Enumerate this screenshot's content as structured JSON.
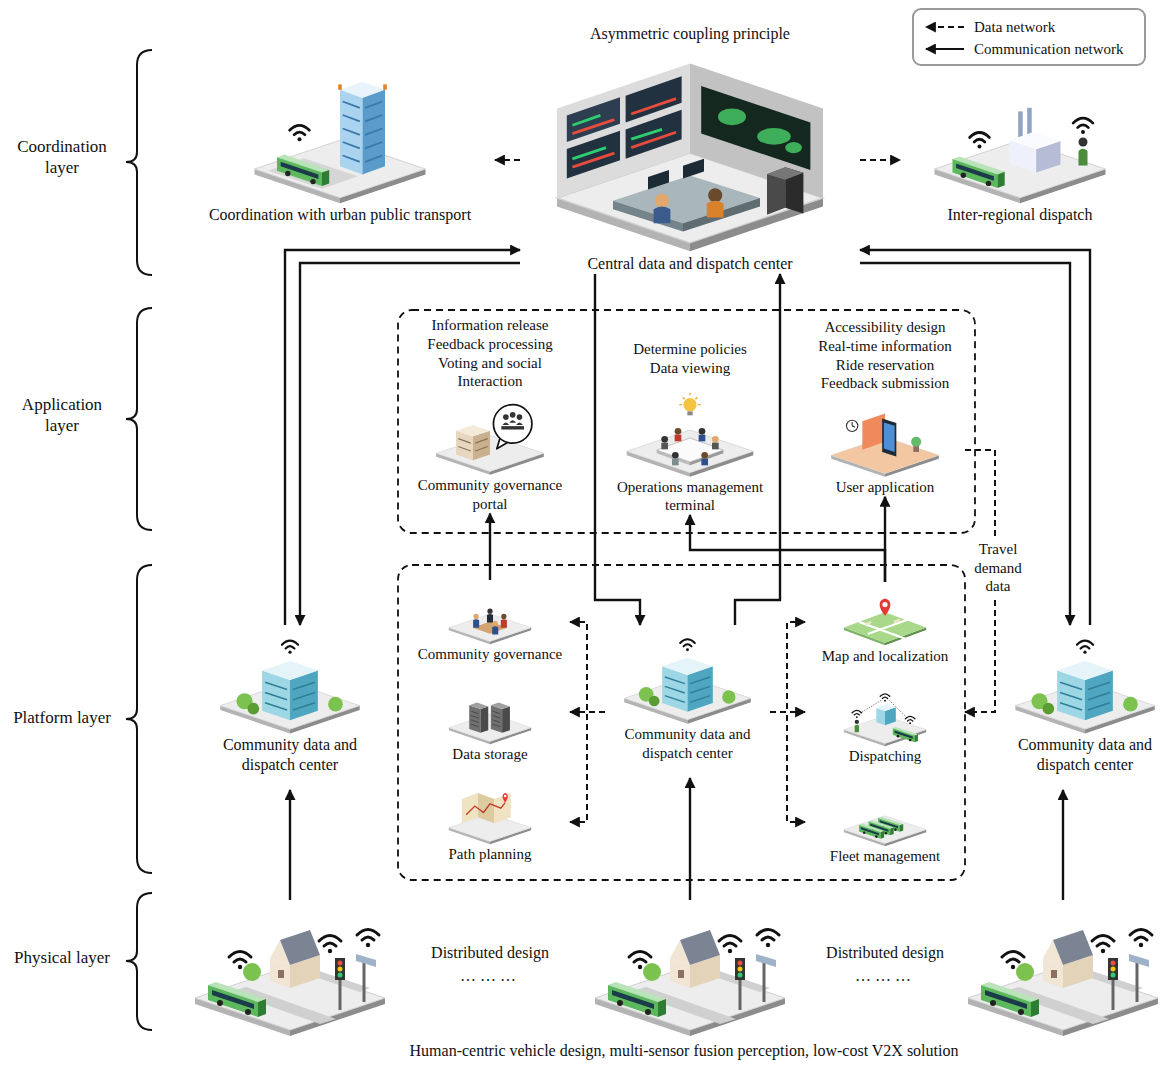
{
  "diagram": {
    "nodes": [
      {
        "text": [
          "Coordination with urban public transport"
        ]
      },
      {
        "text": [
          "Asymmetric coupling principle",
          "Central data and dispatch center"
        ]
      },
      {
        "text": [
          "Inter-regional dispatch"
        ]
      },
      {
        "text": [
          "Information release",
          "Feedback processing",
          "Voting and social Interaction",
          "Community governance portal"
        ]
      },
      {
        "text": [
          "Determine policies",
          "Data viewing",
          "Operations management terminal"
        ]
      },
      {
        "text": [
          "Accessibility design",
          "Real-time information",
          "Ride reservation",
          "Feedback submission",
          "User application"
        ]
      },
      {
        "text": [
          "Community data and dispatch center"
        ]
      },
      {
        "text": [
          "Community governance"
        ]
      },
      {
        "text": [
          "Data storage"
        ]
      },
      {
        "text": [
          "Path planning"
        ]
      },
      {
        "text": [
          "Community data and dispatch center"
        ]
      },
      {
        "text": [
          "Map and localization"
        ]
      },
      {
        "text": [
          "Dispatching"
        ]
      },
      {
        "text": [
          "Fleet management"
        ]
      },
      {
        "text": [
          "Community data and dispatch center"
        ]
      }
    ],
    "edges": [
      {
        "from": 6,
        "to": 1,
        "arrow": "to"
      },
      {
        "from": 1,
        "to": 6,
        "arrow": "to"
      },
      {
        "from": 1,
        "to": 0,
        "arrow": "to"
      },
      {
        "from": 1,
        "to": 2,
        "arrow": "to"
      },
      {
        "from": 14,
        "to": 1,
        "arrow": "to"
      },
      {
        "from": 1,
        "to": 14,
        "arrow": "to"
      },
      {
        "from": 1,
        "to": 10,
        "arrow": "to"
      },
      {
        "from": 10,
        "to": 1,
        "arrow": "to"
      },
      {
        "from": 7,
        "to": 3,
        "arrow": "to"
      },
      {
        "from": 11,
        "to": 4,
        "arrow": "to"
      },
      {
        "from": 11,
        "to": 5,
        "arrow": "to"
      },
      {
        "from": 10,
        "to": 7,
        "arrow": "to"
      },
      {
        "from": 10,
        "to": 8,
        "arrow": "to"
      },
      {
        "from": 10,
        "to": 9,
        "arrow": "to"
      },
      {
        "from": 10,
        "to": 11,
        "arrow": "to"
      },
      {
        "from": 10,
        "to": 12,
        "arrow": "to"
      },
      {
        "from": 10,
        "to": 13,
        "arrow": "to"
      },
      {
        "from": 5,
        "to": 12,
        "arrow": "to",
        "label": "Travel demand data"
      }
    ],
    "labels": [
      "Coordination layer",
      "Application layer",
      "Platform layer",
      "Physical layer",
      "Distributed design",
      "… … …",
      "Distributed design",
      "… … …",
      "Human-centric vehicle design, multi-sensor fusion perception, low-cost V2X solution"
    ],
    "legend": [
      {
        "text": "Data network"
      },
      {
        "text": "Communication network"
      }
    ]
  }
}
